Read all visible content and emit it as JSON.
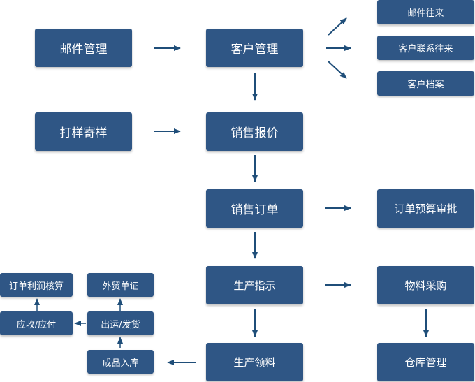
{
  "nodes": {
    "mail_management": "邮件管理",
    "customer_management": "客户管理",
    "mail_correspondence": "邮件往来",
    "customer_contact": "客户联系往来",
    "customer_archive": "客户档案",
    "sample_sending": "打样寄样",
    "sales_quotation": "销售报价",
    "sales_order": "销售订单",
    "order_budget_approval": "订单预算审批",
    "production_instruction": "生产指示",
    "material_procurement": "物料采购",
    "production_material_issue": "生产领料",
    "warehouse_management": "仓库管理",
    "finished_goods_inbound": "成品入库",
    "shipping_delivery": "出运/发货",
    "foreign_trade_document": "外贸单证",
    "receivable_payable": "应收/应付",
    "order_profit_accounting": "订单利润核算"
  },
  "colors": {
    "box": "#2f5685",
    "arrow": "#1f4e79",
    "text": "#ffffff"
  }
}
